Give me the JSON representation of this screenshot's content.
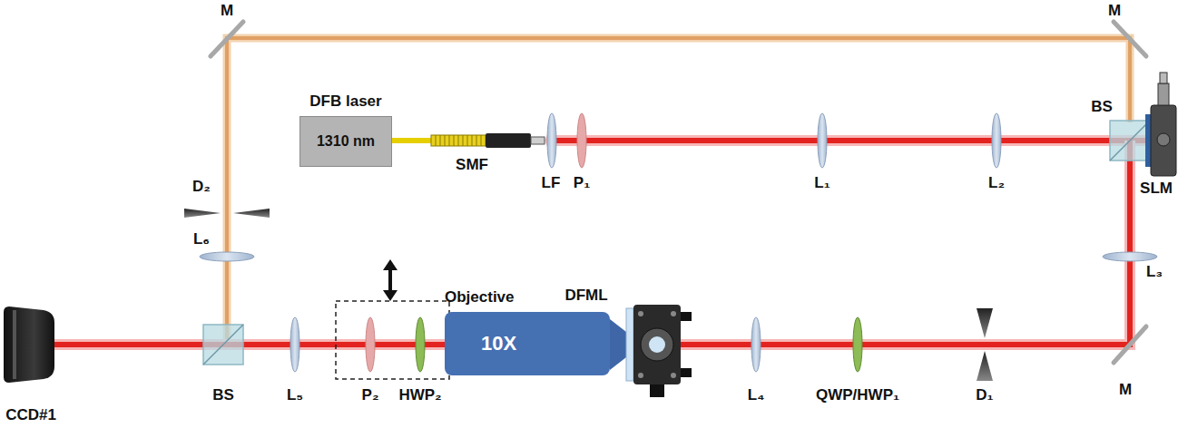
{
  "diagram": {
    "nodes": [
      {
        "text": [
          "DFB laser",
          "1310 nm"
        ]
      },
      {
        "text": [
          "Objective",
          "10X"
        ]
      }
    ],
    "labels": [
      "M",
      "M",
      "BS",
      "SMF",
      "LF",
      "P₁",
      "L₁",
      "L₂",
      "SLM",
      "D₂",
      "L₆",
      "L₃",
      "DFML",
      "M",
      "BS",
      "L₅",
      "P₂",
      "HWP₂",
      "L₄",
      "QWP/HWP₁",
      "D₁",
      "CCD#1"
    ]
  }
}
